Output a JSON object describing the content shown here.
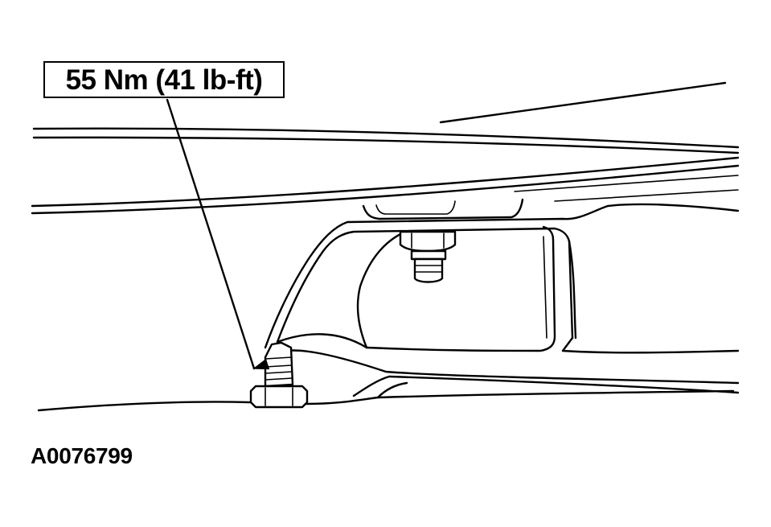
{
  "callout": {
    "torque_label": "55 Nm (41 lb-ft)"
  },
  "figure": {
    "id_label": "A0076799"
  },
  "icons": {
    "callout_arrow": "leader-arrow",
    "fastener": "hex-nut-stud"
  }
}
